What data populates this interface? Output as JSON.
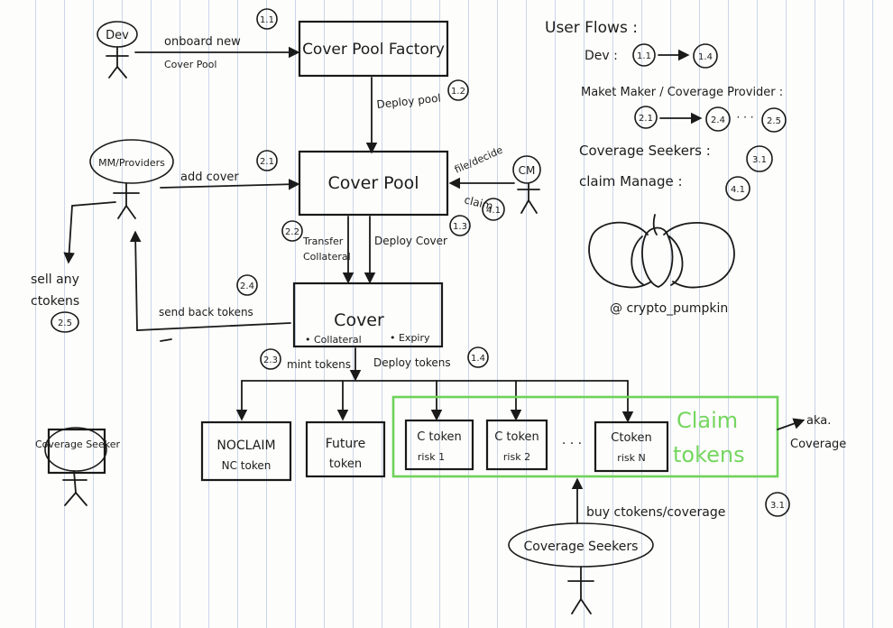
{
  "actors": {
    "dev": "Dev",
    "mm_providers": "MM/Providers",
    "cm": "CM",
    "coverage_seeker": "Coverage Seeker",
    "coverage_seekers": "Coverage Seekers"
  },
  "boxes": {
    "factory": "Cover Pool Factory",
    "pool": "Cover Pool",
    "cover": "Cover",
    "cover_collateral": "• Collateral",
    "cover_expiry": "• Expiry",
    "noclaim_line1": "NOCLAIM",
    "noclaim_line2": "NC token",
    "future_line1": "Future",
    "future_line2": "token",
    "ctoken1_line1": "C token",
    "ctoken1_line2": "risk 1",
    "ctoken2_line1": "C token",
    "ctoken2_line2": "risk 2",
    "ctokenN_line1": "Ctoken",
    "ctokenN_line2": "risk N",
    "dots": "· · ·"
  },
  "arrows": {
    "onboard_line1": "onboard new",
    "onboard_line2": "Cover Pool",
    "deploy_pool": "Deploy pool",
    "add_cover": "add cover",
    "file_decide": "file/decide",
    "claim": "claim",
    "transfer_line1": "Transfer",
    "transfer_line2": "Collateral",
    "deploy_cover": "Deploy Cover",
    "send_back": "send back tokens",
    "sell_line1": "sell any",
    "sell_line2": "ctokens",
    "mint_tokens": "mint tokens",
    "deploy_tokens": "Deploy tokens",
    "buy": "buy ctokens/coverage",
    "aka_line1": "aka.",
    "aka_line2": "Coverage"
  },
  "steps": {
    "s11": "1.1",
    "s12": "1.2",
    "s13": "1.3",
    "s14": "1.4",
    "s21": "2.1",
    "s22": "2.2",
    "s23": "2.3",
    "s24": "2.4",
    "s25": "2.5",
    "s31": "3.1",
    "s41": "4.1"
  },
  "claim_tokens": {
    "line1": "Claim",
    "line2": "tokens"
  },
  "user_flows": {
    "title": "User Flows :",
    "dev_label": "Dev :",
    "dev_from": "1.1",
    "dev_to": "1.4",
    "mm_label": "Maket Maker / Coverage Provider :",
    "mm_a": "2.1",
    "mm_b": "2.4",
    "mm_dots": "· · ·",
    "mm_c": "2.5",
    "seekers_label": "Coverage Seekers :",
    "seekers_step": "3.1",
    "claim_label": "claim Manage :",
    "claim_step": "4.1"
  },
  "credit": "@ crypto_pumpkin",
  "colors": {
    "ink": "#1a1a1a",
    "claim_green": "#6fd25a",
    "paper": "#fdfdfb",
    "rule": "#c9d6ea"
  }
}
